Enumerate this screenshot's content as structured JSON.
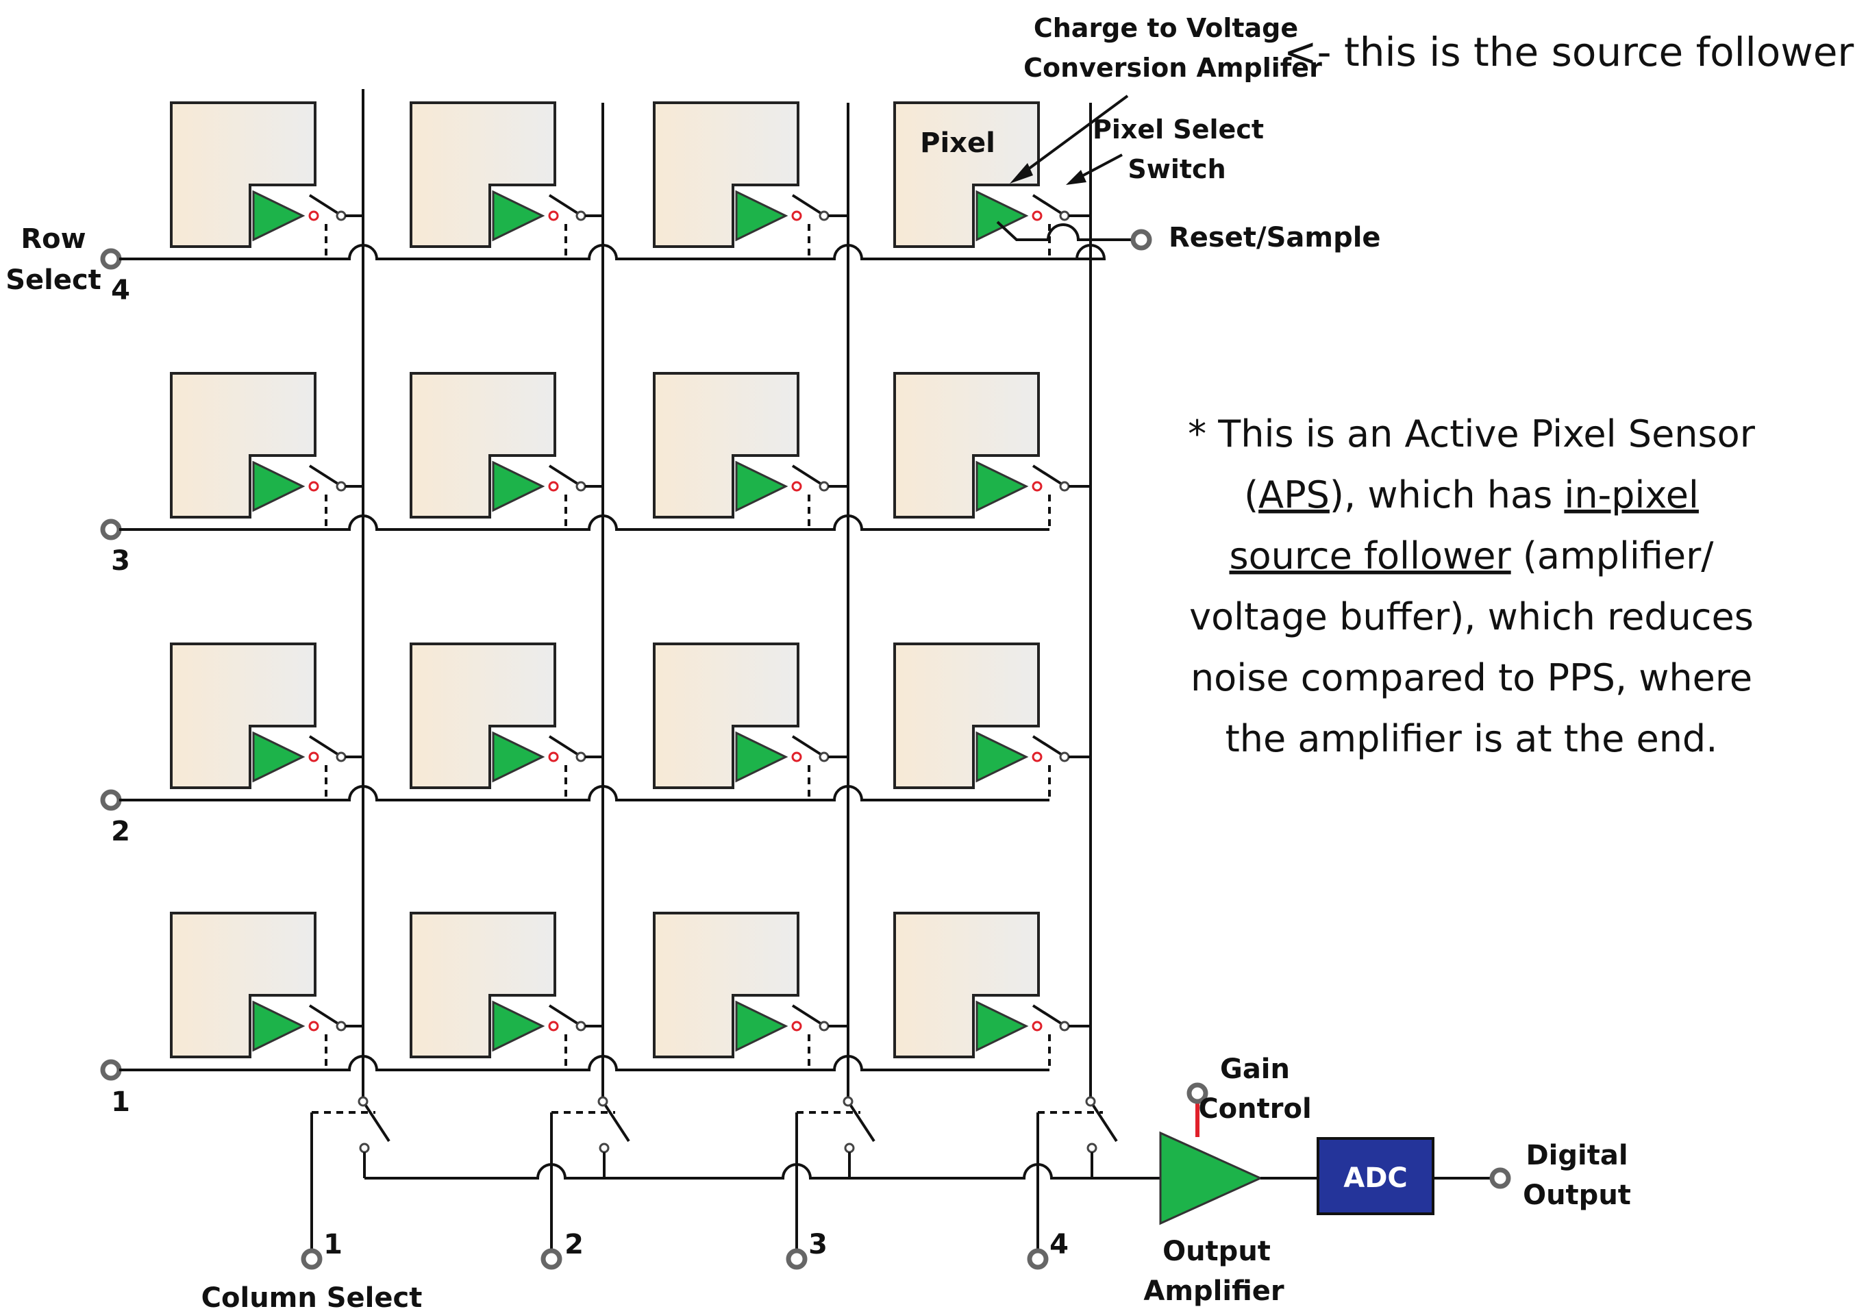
{
  "labels": {
    "row_select": [
      "Row",
      "Select"
    ],
    "row_numbers": [
      "4",
      "3",
      "2",
      "1"
    ],
    "column_select": "Column Select",
    "column_numbers": [
      "1",
      "2",
      "3",
      "4"
    ],
    "pixel": "Pixel",
    "charge_amp": [
      "Charge to Voltage",
      "Conversion Amplifer"
    ],
    "pixel_switch": [
      "Pixel Select",
      "Switch"
    ],
    "reset_sample": "Reset/Sample",
    "gain_control": [
      "Gain",
      "Control"
    ],
    "output_amp": [
      "Output",
      "Amplifier"
    ],
    "adc": "ADC",
    "digital_output": [
      "Digital",
      "Output"
    ]
  },
  "annotation": "<- this is the source follower",
  "note": {
    "lines": [
      [
        {
          "t": "* This is an Active Pixel Sensor"
        }
      ],
      [
        {
          "t": "("
        },
        {
          "t": "APS",
          "u": true
        },
        {
          "t": "), which has "
        },
        {
          "t": "in-pixel",
          "u": true
        }
      ],
      [
        {
          "t": "source follower",
          "u": true
        },
        {
          "t": " (amplifier/"
        }
      ],
      [
        {
          "t": "voltage buffer), which reduces"
        }
      ],
      [
        {
          "t": "noise compared to PPS, where"
        }
      ],
      [
        {
          "t": "the amplifier is at the end."
        }
      ]
    ]
  },
  "colors": {
    "amplifier": "#1db34a",
    "adc": "#24349a",
    "gain_line": "#e0202a",
    "pixel_gradient": [
      "#f7ead6",
      "#ececec"
    ]
  }
}
